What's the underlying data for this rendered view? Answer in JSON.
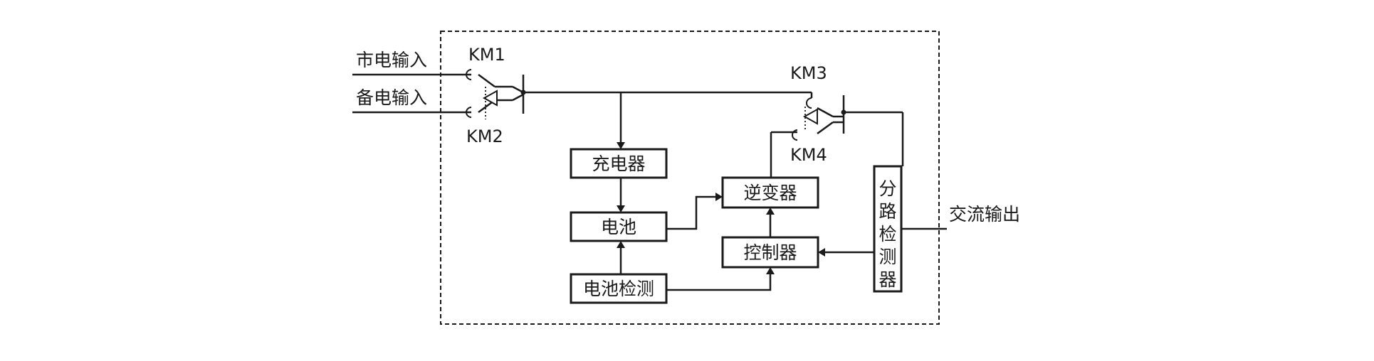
{
  "inputs": {
    "mains": "市电输入",
    "backup": "备电输入"
  },
  "output": {
    "ac": "交流输出"
  },
  "contactors": {
    "km1": "KM1",
    "km2": "KM2",
    "km3": "KM3",
    "km4": "KM4"
  },
  "blocks": {
    "charger": "充电器",
    "battery": "电池",
    "battery_monitor": "电池检测",
    "inverter": "逆变器",
    "controller": "控制器",
    "branch_detector": [
      "分",
      "路",
      "检",
      "测",
      "器"
    ]
  }
}
